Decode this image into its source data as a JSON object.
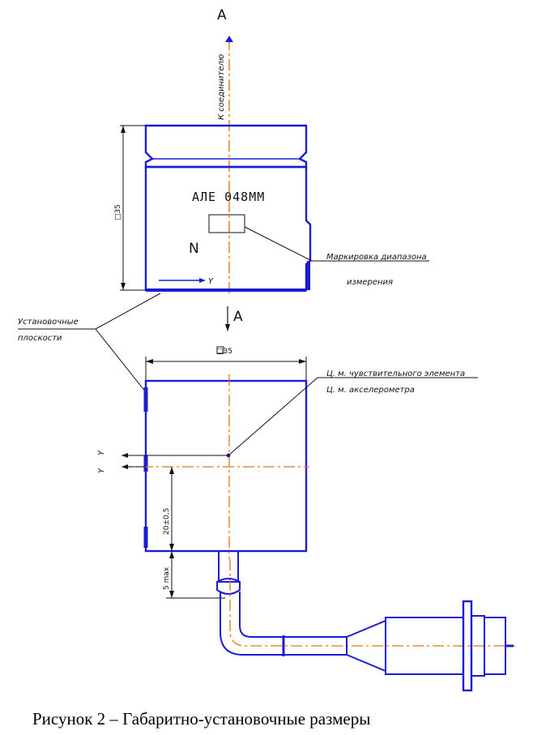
{
  "colors": {
    "outline": "#1c1cd8",
    "centerline": "#e07818",
    "annotation": "#111111"
  },
  "labels": {
    "section_top": "А",
    "section_mid": "А",
    "connector_note": "К соединителю",
    "model_marking": "АЛЕ 048ММ",
    "serial_mark": "N",
    "y_axis_top": "Y",
    "range_marking_line1": "Маркировка диапазона",
    "range_marking_line2": "измерения",
    "mount_surfaces_line1": "Установочные",
    "mount_surfaces_line2": "плоскости",
    "cg_sensor_line1": "Ц. м. чувствительного элемента",
    "cg_sensor_line2": "Ц. м. акселерометра",
    "y_axis_side_top": "Y",
    "y_axis_side_bottom": "Y"
  },
  "dimensions": {
    "height_top": "□35",
    "width_side": "□35",
    "cg_offset": "20±0,5",
    "cable_offset": "5 max"
  },
  "caption": "Рисунок 2 – Габаритно-установочные размеры"
}
